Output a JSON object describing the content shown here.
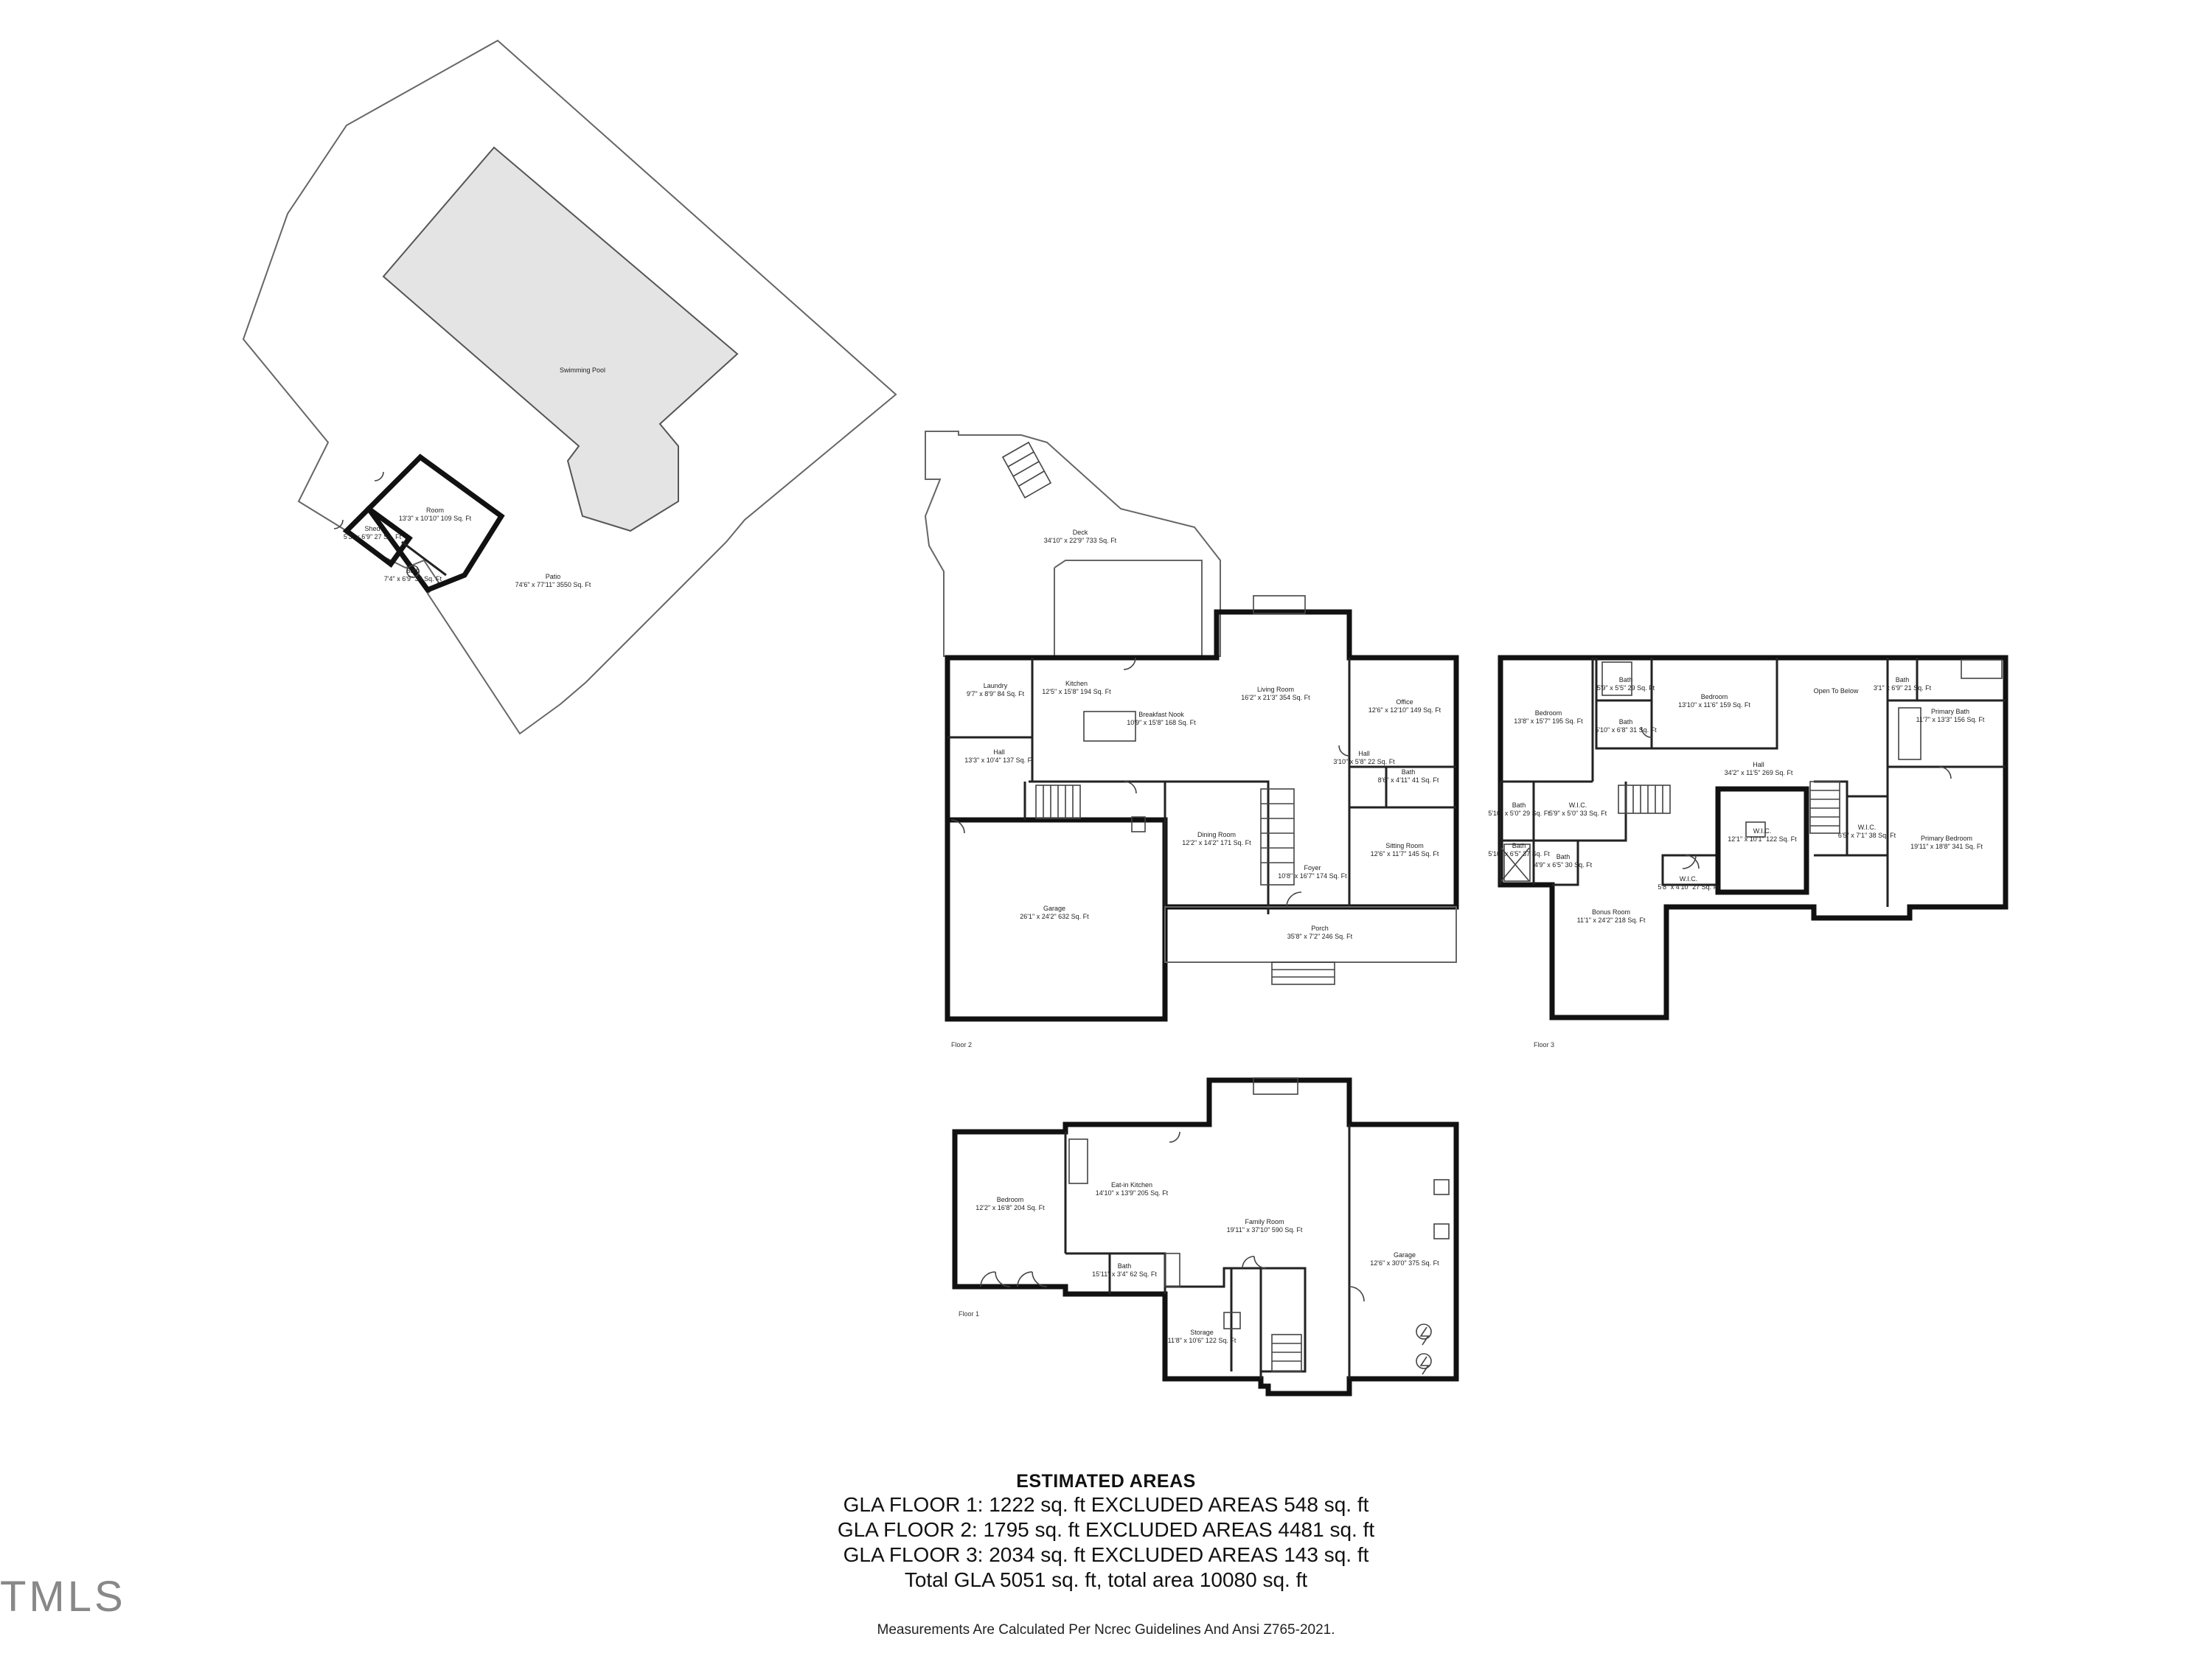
{
  "logo_text": "TMLS",
  "summary": {
    "heading": "ESTIMATED AREAS",
    "lines": [
      "GLA FLOOR 1: 1222 sq. ft EXCLUDED AREAS 548 sq. ft",
      "GLA FLOOR 2: 1795 sq. ft EXCLUDED AREAS 4481 sq. ft",
      "GLA FLOOR 3: 2034 sq. ft EXCLUDED AREAS 143 sq. ft",
      "Total GLA 5051 sq. ft, total area 10080 sq. ft"
    ],
    "note": "Measurements Are Calculated Per Ncrec Guidelines And Ansi Z765-2021."
  },
  "floor_labels": {
    "floor1": "Floor 1",
    "floor2": "Floor 2",
    "floor3": "Floor 3"
  },
  "outdoor": {
    "pool": [
      "Swimming Pool"
    ],
    "patio": [
      "Patio",
      "74'6\" x 77'11\" 3550 Sq. Ft"
    ],
    "room": [
      "Room",
      "13'3\" x 10'10\" 109 Sq. Ft"
    ],
    "shed": [
      "Shed",
      "5'3\" x 6'9\" 27 Sq. Ft"
    ],
    "bath": [
      "Bath",
      "7'4\" x 6'9\" 38 Sq. Ft"
    ]
  },
  "floor2": {
    "deck": [
      "Deck",
      "34'10\" x 22'9\" 733 Sq. Ft"
    ],
    "laundry": [
      "Laundry",
      "9'7\" x 8'9\" 84 Sq. Ft"
    ],
    "kitchen": [
      "Kitchen",
      "12'5\" x 15'8\" 194 Sq. Ft"
    ],
    "breakfast": [
      "Breakfast Nook",
      "10'9\" x 15'8\" 168 Sq. Ft"
    ],
    "living": [
      "Living Room",
      "16'2\" x 21'3\" 354 Sq. Ft"
    ],
    "office": [
      "Office",
      "12'6\" x 12'10\" 149 Sq. Ft"
    ],
    "hall_left": [
      "Hall",
      "13'3\" x 10'4\" 137 Sq. Ft"
    ],
    "hall_right": [
      "Hall",
      "3'10\" x 5'8\" 22 Sq. Ft"
    ],
    "bath": [
      "Bath",
      "8'6\" x 4'11\" 41 Sq. Ft"
    ],
    "dining": [
      "Dining Room",
      "12'2\" x 14'2\" 171 Sq. Ft"
    ],
    "foyer": [
      "Foyer",
      "10'8\" x 16'7\" 174 Sq. Ft"
    ],
    "sitting": [
      "Sitting Room",
      "12'6\" x 11'7\" 145 Sq. Ft"
    ],
    "garage": [
      "Garage",
      "26'1\" x 24'2\" 632 Sq. Ft"
    ],
    "porch": [
      "Porch",
      "35'8\" x 7'2\" 246 Sq. Ft"
    ]
  },
  "floor3": {
    "bedroom1": [
      "Bedroom",
      "13'8\" x 15'7\" 195 Sq. Ft"
    ],
    "bath_a": [
      "Bath",
      "5'9\" x 5'5\" 29 Sq. Ft"
    ],
    "bath_b": [
      "Bath",
      "5'10\" x 6'8\" 31 Sq. Ft"
    ],
    "bedroom2": [
      "Bedroom",
      "13'10\" x 11'6\" 159 Sq. Ft"
    ],
    "open_below": [
      "Open To Below"
    ],
    "bath_c": [
      "Bath",
      "3'1\" x 6'9\" 21 Sq. Ft"
    ],
    "primary_bath": [
      "Primary Bath",
      "11'7\" x 13'3\" 156 Sq. Ft"
    ],
    "hall": [
      "Hall",
      "34'2\" x 11'5\" 269 Sq. Ft"
    ],
    "bath_d": [
      "Bath",
      "5'10\" x 5'0\" 29 Sq. Ft"
    ],
    "wic_a": [
      "W.I.C.",
      "5'9\" x 5'0\" 33 Sq. Ft"
    ],
    "bath_e": [
      "Bath",
      "5'10\" x 6'5\" 37 Sq. Ft"
    ],
    "bath_f": [
      "Bath",
      "4'9\" x 6'5\" 30 Sq. Ft"
    ],
    "wic_b": [
      "W.I.C.",
      "12'1\" x 10'1\" 122 Sq. Ft"
    ],
    "wic_c": [
      "W.I.C.",
      "6'5\" x 7'1\" 38 Sq. Ft"
    ],
    "primary_bed": [
      "Primary Bedroom",
      "19'11\" x 18'8\" 341 Sq. Ft"
    ],
    "bonus": [
      "Bonus Room",
      "11'1\" x 24'2\" 218 Sq. Ft"
    ],
    "wic_d": [
      "W.I.C.",
      "5'8\" x 4'10\" 27 Sq. Ft"
    ]
  },
  "floor1": {
    "bedroom": [
      "Bedroom",
      "12'2\" x 16'8\" 204 Sq. Ft"
    ],
    "eat_in": [
      "Eat-in Kitchen",
      "14'10\" x 13'9\" 205 Sq. Ft"
    ],
    "family": [
      "Family Room",
      "19'11\" x 37'10\" 590 Sq. Ft"
    ],
    "garage": [
      "Garage",
      "12'6\" x 30'0\" 375 Sq. Ft"
    ],
    "bath": [
      "Bath",
      "15'11\" x 3'4\" 62 Sq. Ft"
    ],
    "storage": [
      "Storage",
      "11'8\" x 10'6\" 122 Sq. Ft"
    ]
  }
}
